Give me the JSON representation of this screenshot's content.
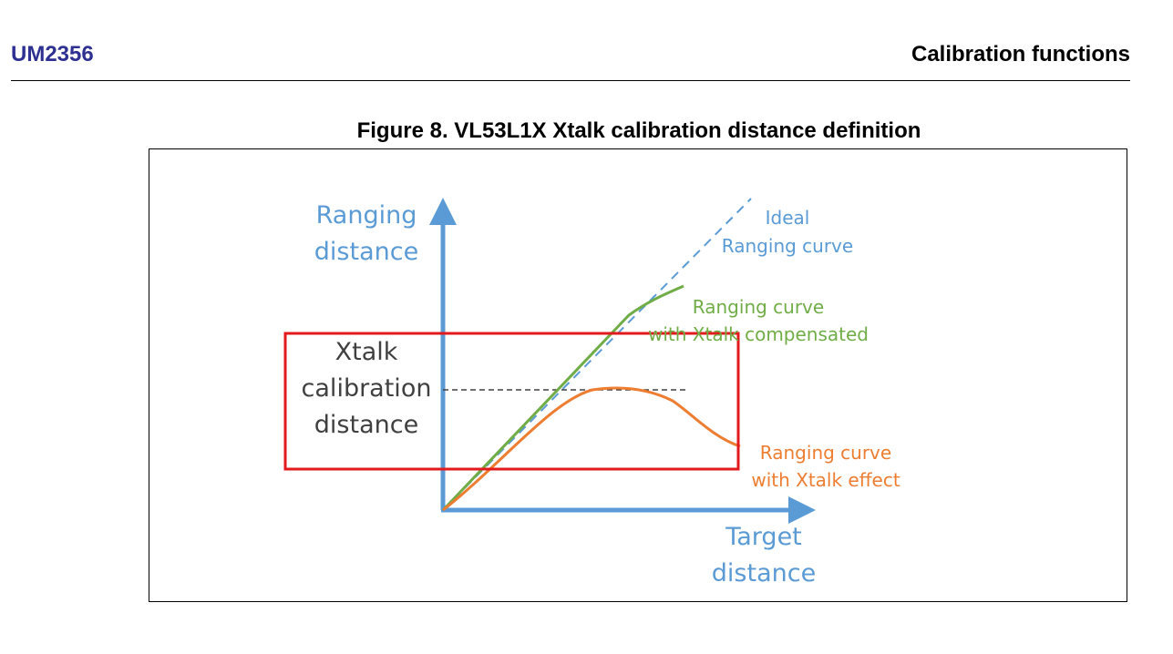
{
  "header": {
    "doc_id": "UM2356",
    "section": "Calibration functions"
  },
  "figure": {
    "caption": "Figure 8. VL53L1X Xtalk calibration distance definition",
    "y_axis_label": [
      "Ranging",
      "distance"
    ],
    "x_axis_label": [
      "Target",
      "distance"
    ],
    "box_label": [
      "Xtalk",
      "calibration",
      "distance"
    ],
    "curves": {
      "ideal": [
        "Ideal",
        "Ranging curve"
      ],
      "compensated": [
        "Ranging curve",
        "with Xtalk compensated"
      ],
      "effect": [
        "Ranging curve",
        "with Xtalk effect"
      ]
    },
    "colors": {
      "axis": "#5b9bd5",
      "ideal": "#5b9bd5",
      "compensated": "#70ad47",
      "effect": "#ed7d31",
      "box": "#e31a1c",
      "box_text": "#404040",
      "threshold": "#404040"
    }
  }
}
